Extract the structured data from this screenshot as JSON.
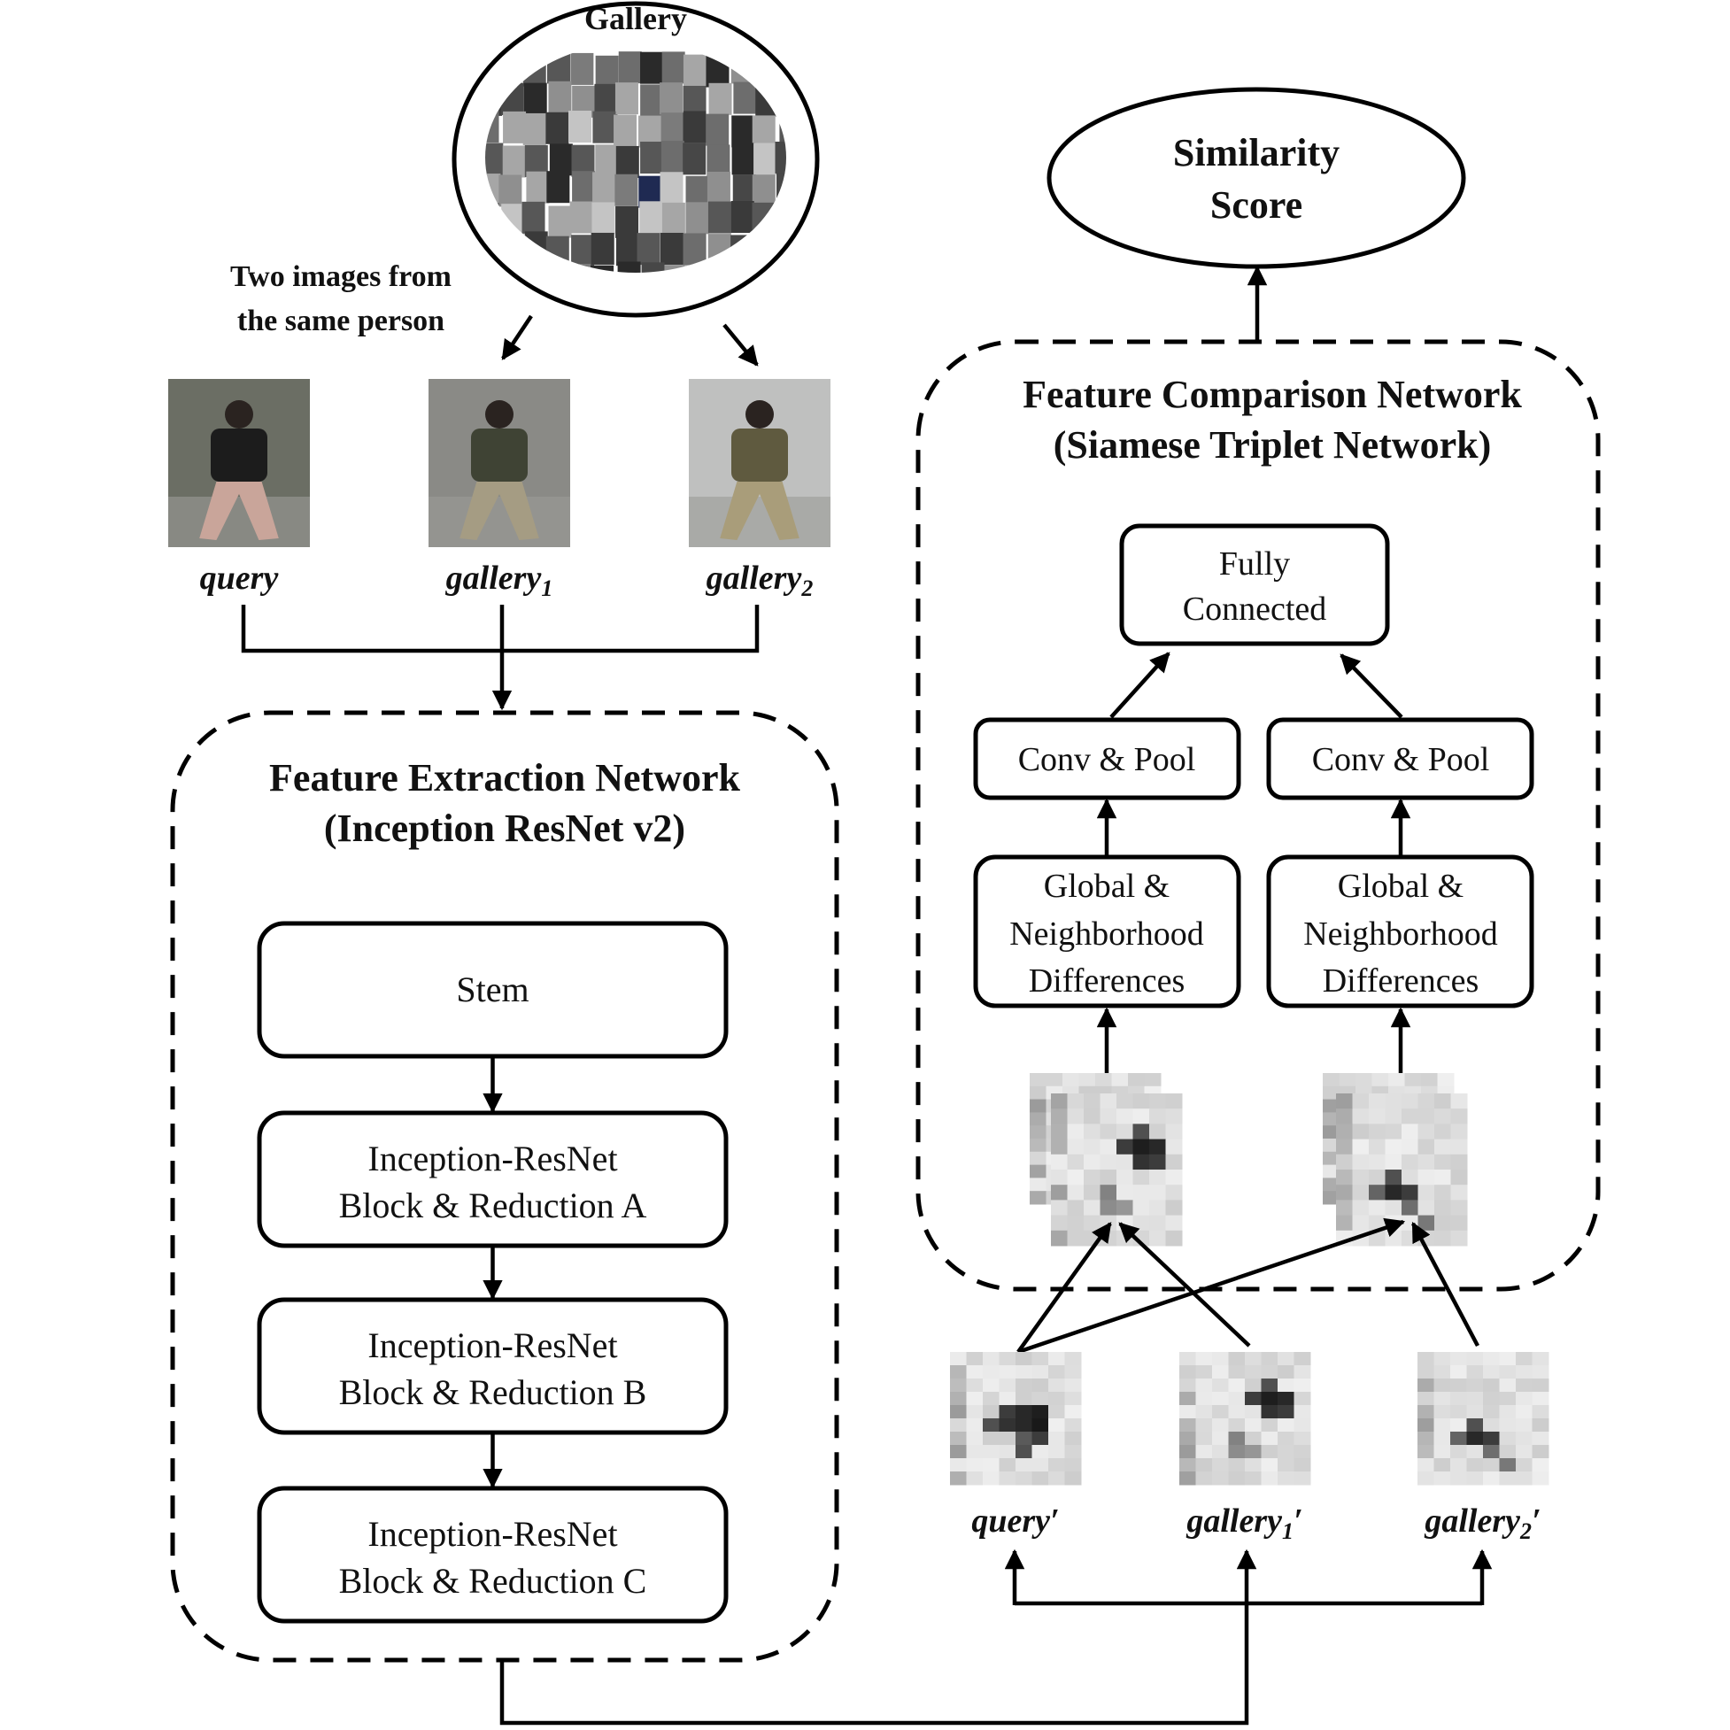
{
  "gallery": {
    "title": "Gallery",
    "caption_line1": "Two images from",
    "caption_line2": "the same person"
  },
  "inputs": [
    {
      "label": "query",
      "subscript": "",
      "thumb": "person-query",
      "colors": {
        "bg": "#6b6e64",
        "body": "#1c1c1c",
        "legs": "#c9a59a"
      }
    },
    {
      "label": "gallery",
      "subscript": "1",
      "thumb": "person-gallery1",
      "colors": {
        "bg": "#8a8a86",
        "body": "#3f4334",
        "legs": "#a59c83"
      }
    },
    {
      "label": "gallery",
      "subscript": "2",
      "thumb": "person-gallery2",
      "colors": {
        "bg": "#bfc0bf",
        "body": "#5f5a3f",
        "legs": "#a99d7a"
      }
    }
  ],
  "extraction": {
    "title_line1": "Feature Extraction Network",
    "title_line2": "(Inception ResNet v2)",
    "blocks": [
      {
        "line1": "Stem",
        "line2": ""
      },
      {
        "line1": "Inception-ResNet",
        "line2": "Block & Reduction A"
      },
      {
        "line1": "Inception-ResNet",
        "line2": "Block & Reduction B"
      },
      {
        "line1": "Inception-ResNet",
        "line2": "Block & Reduction C"
      }
    ]
  },
  "comparison": {
    "title_line1": "Feature Comparison Network",
    "title_line2": "(Siamese Triplet Network)",
    "fc": {
      "line1": "Fully",
      "line2": "Connected"
    },
    "conv_pool": [
      "Conv & Pool",
      "Conv & Pool"
    ],
    "differences": [
      {
        "line1": "Global &",
        "line2": "Neighborhood",
        "line3": "Differences"
      },
      {
        "line1": "Global &",
        "line2": "Neighborhood",
        "line3": "Differences"
      }
    ]
  },
  "output": {
    "line1": "Similarity",
    "line2": "Score"
  },
  "features": [
    {
      "label": "query",
      "subscript": "",
      "prime": "′"
    },
    {
      "label": "gallery",
      "subscript": "1",
      "prime": "′"
    },
    {
      "label": "gallery",
      "subscript": "2",
      "prime": "′"
    }
  ]
}
